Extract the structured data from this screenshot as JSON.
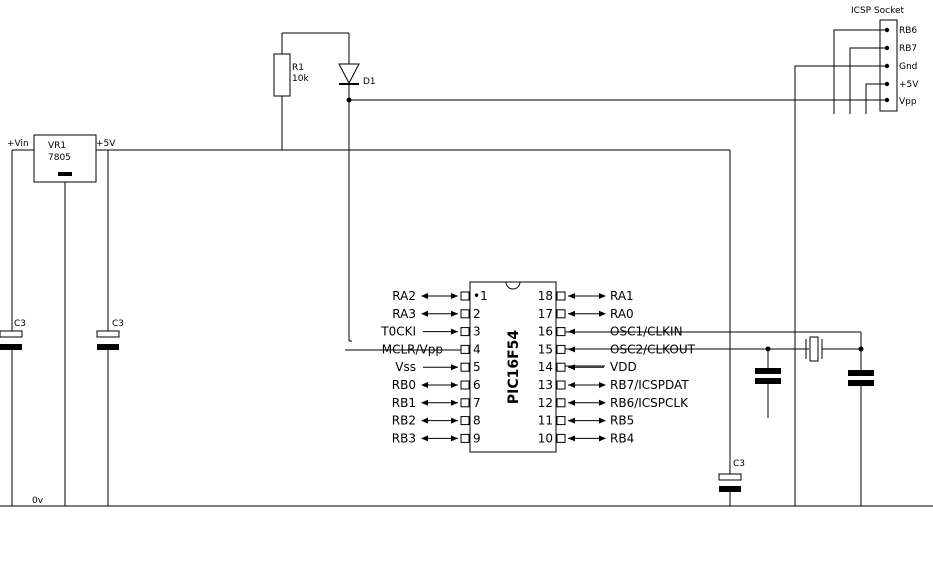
{
  "icsp": {
    "title": "ICSP Socket",
    "pins": [
      "RB6",
      "RB7",
      "Gnd",
      "+5V",
      "Vpp"
    ]
  },
  "resistor": {
    "ref": "R1",
    "value": "10k"
  },
  "diode": {
    "ref": "D1"
  },
  "regulator": {
    "ref": "VR1",
    "part": "7805",
    "in_label": "+Vin",
    "out_label": "+5V"
  },
  "caps": {
    "c_in": "C3",
    "c_out": "C3",
    "c_decouple": "C3"
  },
  "ground_label": "0v",
  "ic": {
    "part": "PIC16F54",
    "pin1_marker": "•1",
    "left_pins": [
      {
        "num": "1",
        "label": "RA2"
      },
      {
        "num": "2",
        "label": "RA3"
      },
      {
        "num": "3",
        "label": "T0CKI"
      },
      {
        "num": "4",
        "label": "MCLR/Vpp"
      },
      {
        "num": "5",
        "label": "Vss"
      },
      {
        "num": "6",
        "label": "RB0"
      },
      {
        "num": "7",
        "label": "RB1"
      },
      {
        "num": "8",
        "label": "RB2"
      },
      {
        "num": "9",
        "label": "RB3"
      }
    ],
    "right_pins": [
      {
        "num": "18",
        "label": "RA1"
      },
      {
        "num": "17",
        "label": "RA0"
      },
      {
        "num": "16",
        "label": "OSC1/CLKIN"
      },
      {
        "num": "15",
        "label": "OSC2/CLKOUT"
      },
      {
        "num": "14",
        "label": "VDD"
      },
      {
        "num": "13",
        "label": "RB7/ICSPDAT"
      },
      {
        "num": "12",
        "label": "RB6/ICSPCLK"
      },
      {
        "num": "11",
        "label": "RB5"
      },
      {
        "num": "10",
        "label": "RB4"
      }
    ]
  }
}
